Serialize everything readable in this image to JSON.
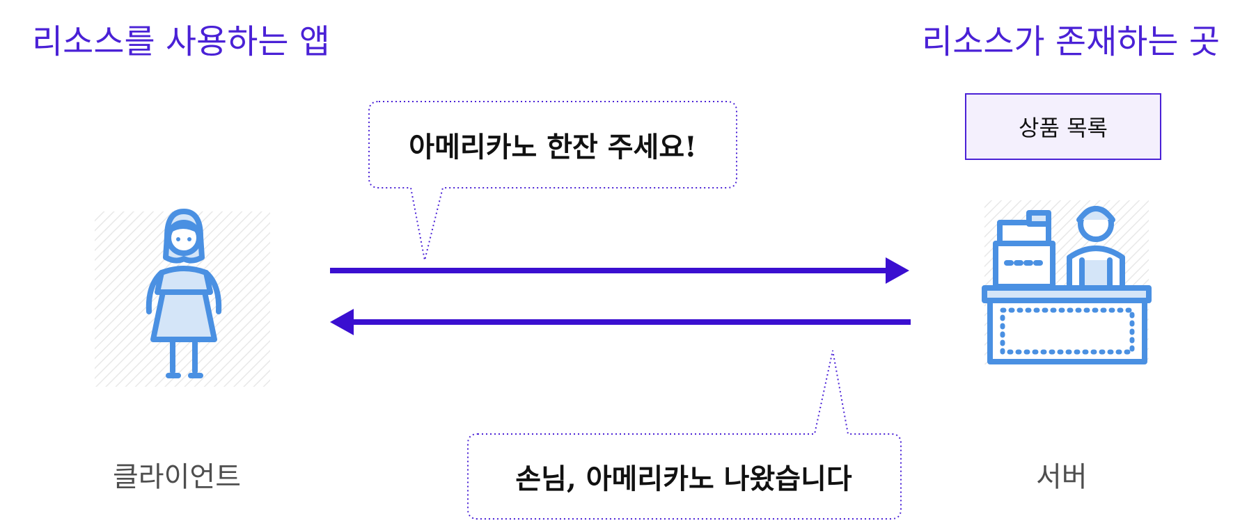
{
  "titles": {
    "left": "리소스를 사용하는 앱",
    "right": "리소스가 존재하는 곳"
  },
  "labels": {
    "client": "클라이언트",
    "server": "서버"
  },
  "product_box": {
    "label": "상품 목록"
  },
  "bubbles": {
    "request": "아메리카노 한잔 주세요!",
    "response": "손님, 아메리카노 나왔습니다"
  },
  "icons": {
    "client": "woman-icon",
    "server": "cashier-icon"
  },
  "colors": {
    "accent": "#4a21d6",
    "icon": "#4a90e2",
    "icon_fill": "#d4e5f8",
    "text": "#111111",
    "caption": "#4e4e4e"
  }
}
